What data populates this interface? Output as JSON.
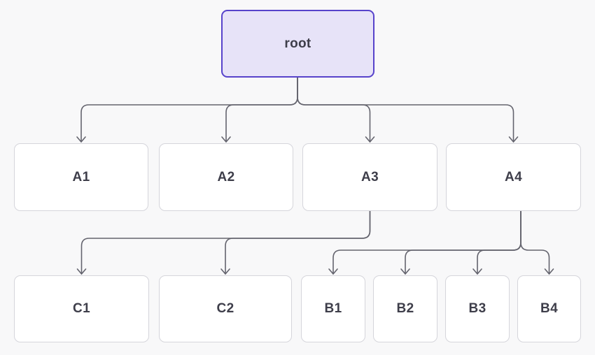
{
  "diagram": {
    "type": "tree",
    "nodes": {
      "root": {
        "label": "root"
      },
      "a1": {
        "label": "A1"
      },
      "a2": {
        "label": "A2"
      },
      "a3": {
        "label": "A3"
      },
      "a4": {
        "label": "A4"
      },
      "c1": {
        "label": "C1"
      },
      "c2": {
        "label": "C2"
      },
      "b1": {
        "label": "B1"
      },
      "b2": {
        "label": "B2"
      },
      "b3": {
        "label": "B3"
      },
      "b4": {
        "label": "B4"
      }
    },
    "edges": [
      {
        "from": "root",
        "to": "A1"
      },
      {
        "from": "root",
        "to": "A2"
      },
      {
        "from": "root",
        "to": "A3"
      },
      {
        "from": "root",
        "to": "A4"
      },
      {
        "from": "A3",
        "to": "C1"
      },
      {
        "from": "A3",
        "to": "C2"
      },
      {
        "from": "A4",
        "to": "B1"
      },
      {
        "from": "A4",
        "to": "B2"
      },
      {
        "from": "A4",
        "to": "B3"
      },
      {
        "from": "A4",
        "to": "B4"
      }
    ],
    "colors": {
      "background": "#f8f8f9",
      "node_fill": "#ffffff",
      "node_border": "#d5d5db",
      "root_fill": "#e7e3f8",
      "root_border": "#5743cb",
      "connector": "#64646e",
      "label": "#3e3e4a"
    }
  }
}
